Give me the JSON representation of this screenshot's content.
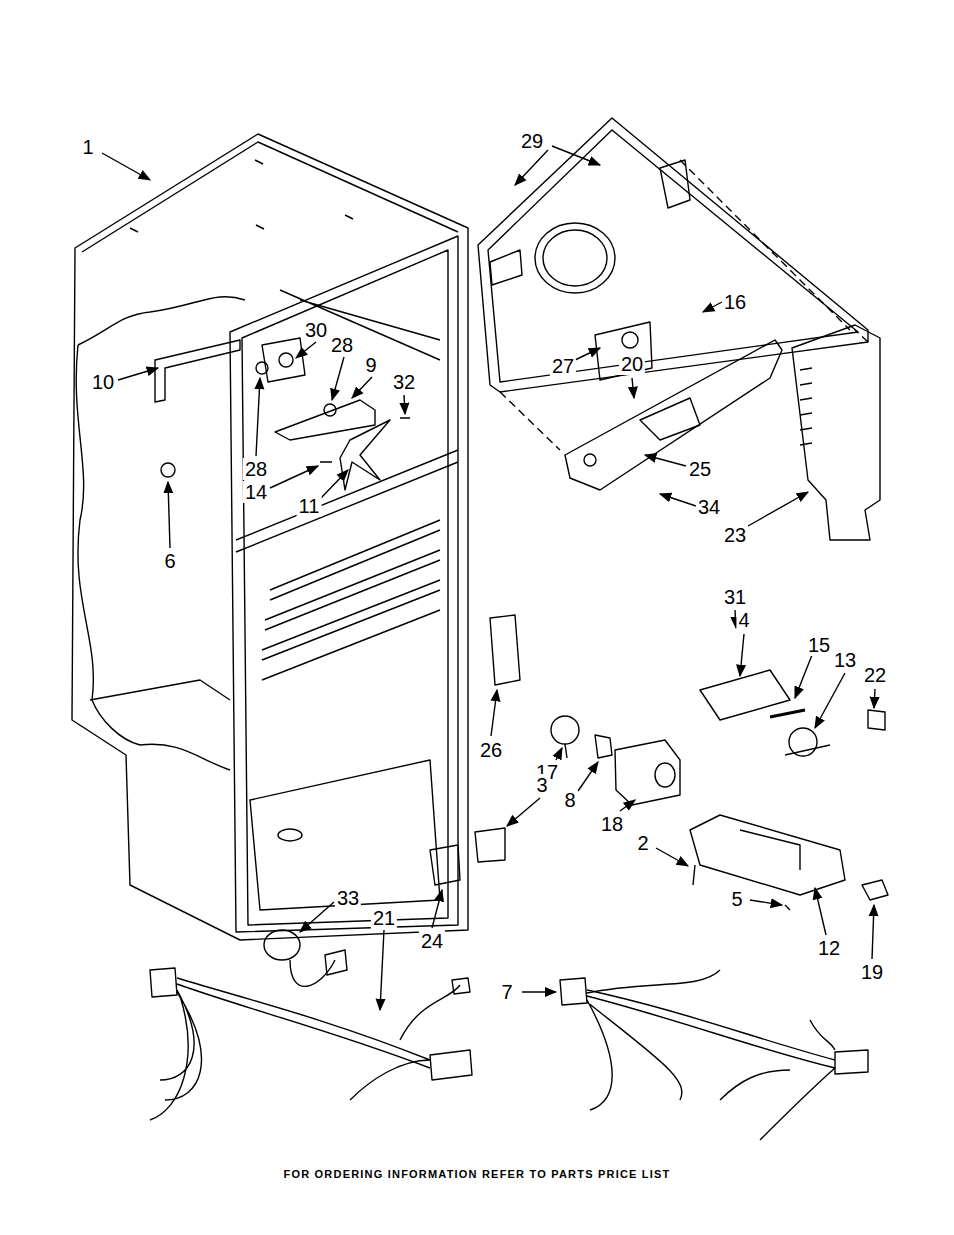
{
  "diagram": {
    "labels": [
      "1",
      "29",
      "30",
      "28",
      "9",
      "10",
      "32",
      "16",
      "27",
      "20",
      "28",
      "14",
      "11",
      "25",
      "34",
      "23",
      "6",
      "31",
      "4",
      "15",
      "13",
      "22",
      "26",
      "17",
      "8",
      "18",
      "3",
      "2",
      "5",
      "12",
      "19",
      "33",
      "21",
      "24",
      "7",
      "FOR ORDERING INFORMATION REFER TO PARTS PRICE LIST"
    ]
  }
}
